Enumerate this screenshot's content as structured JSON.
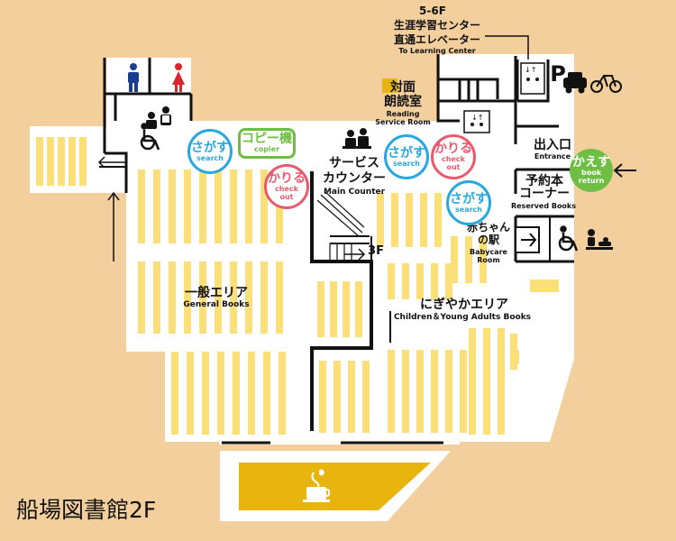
{
  "floor_title": "船場図書館2F",
  "elevator_note": {
    "floors": "5-6F",
    "line1": "生涯学習センター",
    "line2": "直通エレベーター",
    "en": "To Learning Center"
  },
  "reading_room": {
    "jp1": "対面",
    "jp2": "朗読室",
    "en1": "Reading",
    "en2": "Service Room"
  },
  "service_counter": {
    "jp1": "サービス",
    "jp2": "カウンター",
    "en": "Main Counter"
  },
  "exit": {
    "jp": "出入口",
    "en": "Entrance"
  },
  "reserved": {
    "jp1": "予約本",
    "jp2": "コーナー",
    "en": "Reserved Books"
  },
  "babycare": {
    "jp1": "赤ちゃん",
    "jp2": "の駅",
    "en1": "Babycare",
    "en2": "Room"
  },
  "general_area": {
    "jp": "一般エリア",
    "en": "General Books"
  },
  "children_area": {
    "jp": "にぎやかエリア",
    "en": "Children＆Young Adults Books"
  },
  "stairs_label": "3F",
  "parking_label": "P",
  "copier": {
    "jp": "コピー機",
    "en": "copier"
  },
  "search_marker": {
    "jp": "さがす",
    "en": "search"
  },
  "checkout_marker": {
    "jp": "かりる",
    "en1": "check",
    "en2": "out"
  },
  "return_marker": {
    "jp": "かえす",
    "en1": "book",
    "en2": "return"
  },
  "colors": {
    "background": "#f2cf9c",
    "floor": "#ffffff",
    "shelf": "#fbe07a",
    "cafe": "#e8b50e",
    "search": "#29a8e0",
    "checkout": "#e85a6e",
    "return": "#6fbe44",
    "men": "#1a3e8f",
    "women": "#d9262c"
  },
  "icons": [
    "men-restroom-icon",
    "women-restroom-icon",
    "accessible-restroom-icon",
    "family-restroom-icon",
    "staff-icon",
    "elevator-icon",
    "car-icon",
    "bicycle-icon",
    "wheelchair-icon",
    "baby-changing-icon",
    "cafe-cup-icon",
    "entrance-arrow-icon",
    "stairs-icon"
  ]
}
